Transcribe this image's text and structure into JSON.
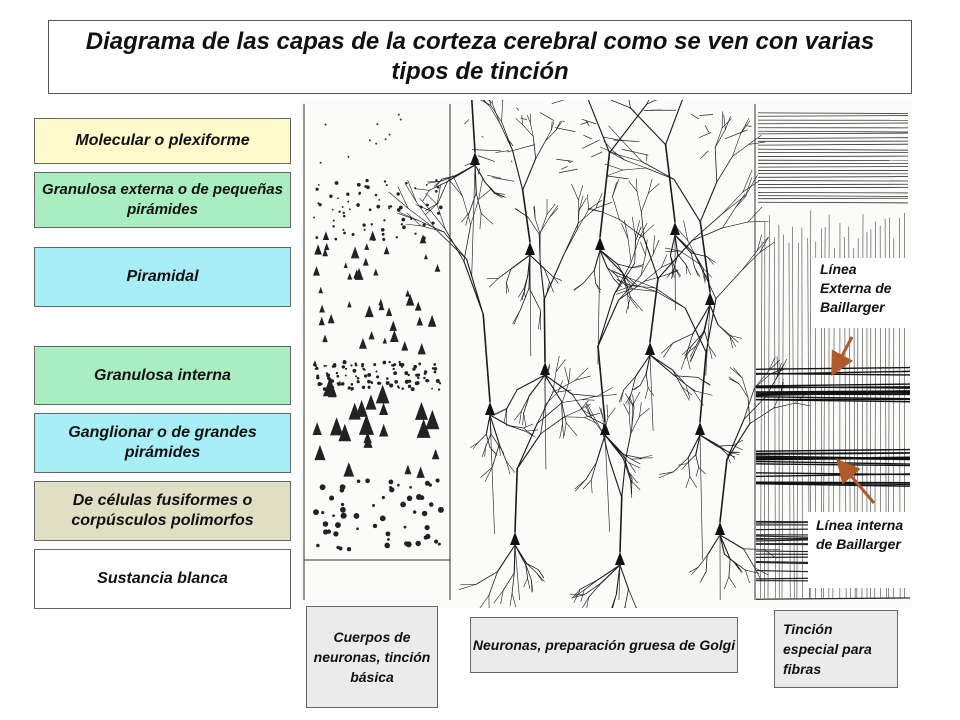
{
  "title": "Diagrama de las capas de la corteza cerebral como se ven con varias tipos de tinción",
  "layers": [
    {
      "label": "Molecular o plexiforme",
      "color": "#fdfacb"
    },
    {
      "label": "Granulosa externa o de pequeñas pirámides",
      "color": "#a8eec0"
    },
    {
      "label": "Piramidal",
      "color": "#a7eef7"
    },
    {
      "label": "Granulosa interna",
      "color": "#a8eec0"
    },
    {
      "label": "Ganglionar o de grandes pirámides",
      "color": "#a7eef7"
    },
    {
      "label": "De células fusiformes o corpúsculos polimorfos",
      "color": "#e0dfc4"
    },
    {
      "label": "Sustancia blanca",
      "color": "#ffffff"
    }
  ],
  "annotations": {
    "external_line": "Línea Externa de Baillarger",
    "internal_line": "Línea interna de Baillarger",
    "arrow_color": "#b0592a"
  },
  "captions": {
    "nissl": "Cuerpos de neuronas, tinción básica",
    "golgi": "Neuronas, preparación gruesa de Golgi",
    "fibers": "Tinción especial para fibras"
  }
}
